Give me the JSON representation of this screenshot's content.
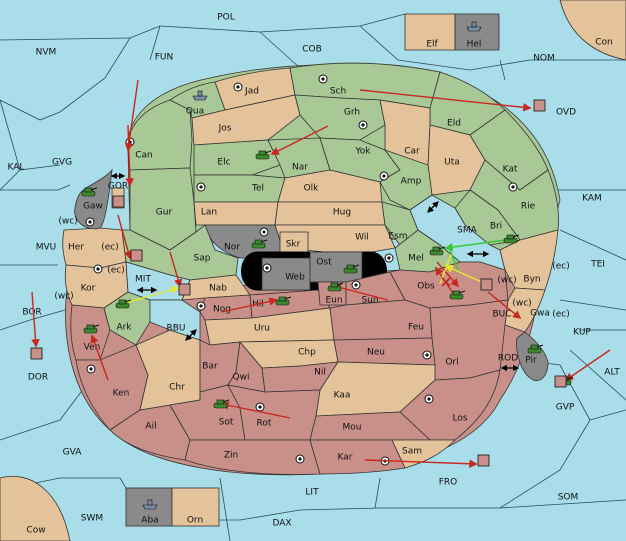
{
  "colors": {
    "sea": "#a8dde9",
    "green": "#a8c896",
    "tan": "#e4c39a",
    "red": "#c9908a",
    "gray": "#8a8a8a",
    "black": "#000000",
    "arrow_move": "#c8281e",
    "arrow_support": "#e8e830",
    "arrow_convoy": "#38c838"
  },
  "provinces": {
    "pol": "POL",
    "fun": "FUN",
    "cob": "COB",
    "nvm": "NVM",
    "nom": "NOM",
    "con": "Con",
    "elf": "Elf",
    "hel": "Hel",
    "ovd": "OVD",
    "kal": "KAL",
    "gvg": "GVG",
    "kam": "KAM",
    "mvu": "MVU",
    "tei": "TEI",
    "bor": "BOR",
    "dor": "DOR",
    "alt": "ALT",
    "gvp": "GVP",
    "kup": "KUP",
    "gva": "GVA",
    "fro": "FRO",
    "som": "SOM",
    "lit": "LIT",
    "swm": "SWM",
    "dax": "DAX",
    "cow": "Cow",
    "aba": "Aba",
    "orn": "Orn",
    "jad": "Jad",
    "qua": "Qua",
    "sch": "Sch",
    "jos": "Jos",
    "grh": "Grh",
    "eld": "Eld",
    "can": "Can",
    "elc": "Elc",
    "nar": "Nar",
    "yok": "Yok",
    "car": "Car",
    "uta": "Uta",
    "kat": "Kat",
    "gor": "GOR",
    "gaw": "Gaw",
    "tel": "Tel",
    "olk": "Olk",
    "amp": "Amp",
    "rie": "Rie",
    "gur": "Gur",
    "lan": "Lan",
    "hug": "Hug",
    "her": "Her",
    "nor": "Nor",
    "wil": "Wil",
    "esm": "Esm",
    "sma": "SMA",
    "bri": "Bri",
    "skr": "Skr",
    "ost": "Ost",
    "web": "Web",
    "sap": "Sap",
    "mel": "Mel",
    "byn": "Byn",
    "kor": "Kor",
    "mit": "MIT",
    "nab": "Nab",
    "eun": "Eun",
    "sun": "Sun",
    "obs": "Obs",
    "gwa": "Gwa",
    "ark": "Ark",
    "rbu": "RBU",
    "nog": "Nog",
    "hil": "Hil",
    "buc": "BUC",
    "pir": "Pir",
    "uru": "Uru",
    "feu": "Feu",
    "ven": "Ven",
    "chp": "Chp",
    "neu": "Neu",
    "orl": "Orl",
    "rod": "ROD",
    "bar": "Bar",
    "qwi": "Qwi",
    "nil": "Nil",
    "ken": "Ken",
    "chr": "Chr",
    "kaa": "Kaa",
    "ail": "Ail",
    "sot": "Sot",
    "rot": "Rot",
    "los": "Los",
    "mou": "Mou",
    "zin": "Zin",
    "sam": "Sam",
    "kar": "Kar"
  },
  "coast_labels": {
    "wc1": "(wc)",
    "wc2": "(wc)",
    "wc3": "(wc)",
    "wc4": "(wc)",
    "ec1": "(ec)",
    "ec2": "(ec)",
    "ec3": "(ec)",
    "ec4": "(ec)"
  }
}
